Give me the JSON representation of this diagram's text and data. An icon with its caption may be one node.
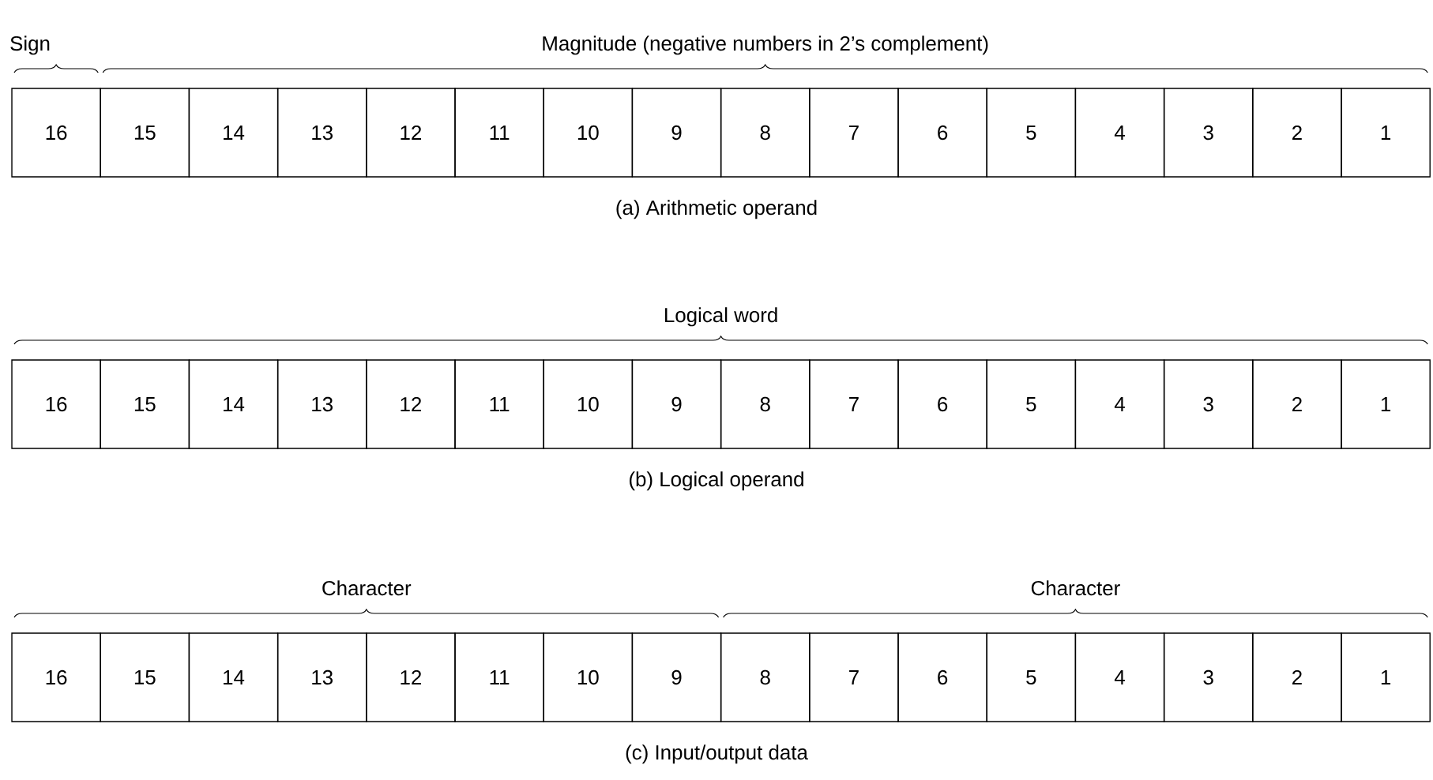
{
  "diagram": {
    "nodes": [
      {
        "text": [
          "16"
        ]
      },
      {
        "text": [
          "15"
        ]
      },
      {
        "text": [
          "14"
        ]
      },
      {
        "text": [
          "13"
        ]
      },
      {
        "text": [
          "12"
        ]
      },
      {
        "text": [
          "11"
        ]
      },
      {
        "text": [
          "10"
        ]
      },
      {
        "text": [
          "9"
        ]
      },
      {
        "text": [
          "8"
        ]
      },
      {
        "text": [
          "7"
        ]
      },
      {
        "text": [
          "6"
        ]
      },
      {
        "text": [
          "5"
        ]
      },
      {
        "text": [
          "4"
        ]
      },
      {
        "text": [
          "3"
        ]
      },
      {
        "text": [
          "2"
        ]
      },
      {
        "text": [
          "1"
        ]
      },
      {
        "text": [
          "16"
        ]
      },
      {
        "text": [
          "15"
        ]
      },
      {
        "text": [
          "14"
        ]
      },
      {
        "text": [
          "13"
        ]
      },
      {
        "text": [
          "12"
        ]
      },
      {
        "text": [
          "11"
        ]
      },
      {
        "text": [
          "10"
        ]
      },
      {
        "text": [
          "9"
        ]
      },
      {
        "text": [
          "8"
        ]
      },
      {
        "text": [
          "7"
        ]
      },
      {
        "text": [
          "6"
        ]
      },
      {
        "text": [
          "5"
        ]
      },
      {
        "text": [
          "4"
        ]
      },
      {
        "text": [
          "3"
        ]
      },
      {
        "text": [
          "2"
        ]
      },
      {
        "text": [
          "1"
        ]
      },
      {
        "text": [
          "16"
        ]
      },
      {
        "text": [
          "15"
        ]
      },
      {
        "text": [
          "14"
        ]
      },
      {
        "text": [
          "13"
        ]
      },
      {
        "text": [
          "12"
        ]
      },
      {
        "text": [
          "11"
        ]
      },
      {
        "text": [
          "10"
        ]
      },
      {
        "text": [
          "9"
        ]
      },
      {
        "text": [
          "8"
        ]
      },
      {
        "text": [
          "7"
        ]
      },
      {
        "text": [
          "6"
        ]
      },
      {
        "text": [
          "5"
        ]
      },
      {
        "text": [
          "4"
        ]
      },
      {
        "text": [
          "3"
        ]
      },
      {
        "text": [
          "2"
        ]
      },
      {
        "text": [
          "1"
        ]
      }
    ],
    "labels": [
      "Sign",
      "Magnitude (negative numbers in 2’s complement)",
      "(a) Arithmetic operand",
      "Logical word",
      "(b) Logical operand",
      "Character",
      "Character",
      "(c) Input/output data"
    ]
  }
}
